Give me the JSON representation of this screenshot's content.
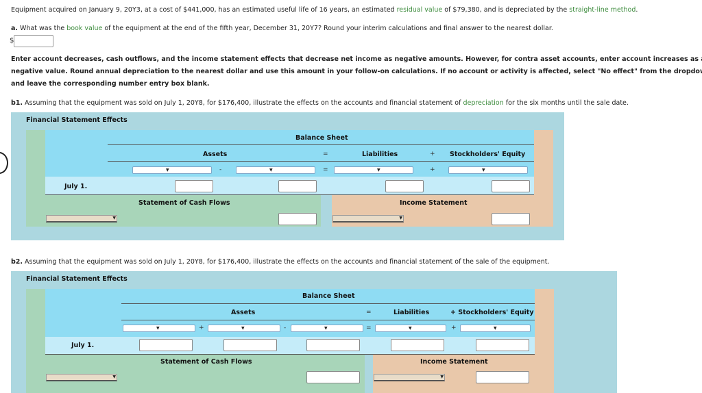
{
  "intro": {
    "t1": "Equipment acquired on January 9, 20Y3, at a cost of $441,000, has an estimated useful life of 16 years, an estimated ",
    "link1": "residual value",
    "t2": " of $79,380, and is depreciated by the ",
    "link2": "straight-line method",
    "t3": "."
  },
  "qa": {
    "label": "a.",
    "t1": " What was the ",
    "link": "book value",
    "t2": " of the equipment at the end of the fifth year, December 31, 20Y7? Round your interim calculations and final answer to the nearest dollar.",
    "currency": "$"
  },
  "instructions": {
    "line1": "Enter account decreases, cash outflows, and the income statement effects that decrease net income as negative amounts. However, for contra asset accounts, enter account increases as a",
    "line2": "negative value. Round annual depreciation to the nearest dollar and use this amount in your follow-on calculations. If no account or activity is affected, select \"No effect\" from the dropdown",
    "line3": "and leave the corresponding number entry box blank."
  },
  "qb1": {
    "label": "b1.",
    "t1": " Assuming that the equipment was sold on July 1, 20Y8, for $176,400, illustrate the effects on the accounts and financial statement of ",
    "link": "depreciation",
    "t2": " for the six months until the sale date."
  },
  "qb2": {
    "label": "b2.",
    "t1": " Assuming that the equipment was sold on July 1, 20Y8, for $176,400, illustrate the effects on the accounts and financial statement of the sale of the equipment."
  },
  "table": {
    "title": "Financial Statement Effects",
    "balance_sheet": "Balance Sheet",
    "assets": "Assets",
    "liabilities": "Liabilities",
    "equity": "Stockholders' Equity",
    "equals": "=",
    "plus": "+",
    "minus": "-",
    "date": "July 1.",
    "cash_flows": "Statement of Cash Flows",
    "income": "Income Statement",
    "arrow": "▼"
  },
  "colors": {
    "outer": "#acd7e0",
    "green": "#a8d5b9",
    "peach": "#e9c8aa",
    "blue_band": "#8fdcf3",
    "light_band": "#c5ecf9"
  }
}
